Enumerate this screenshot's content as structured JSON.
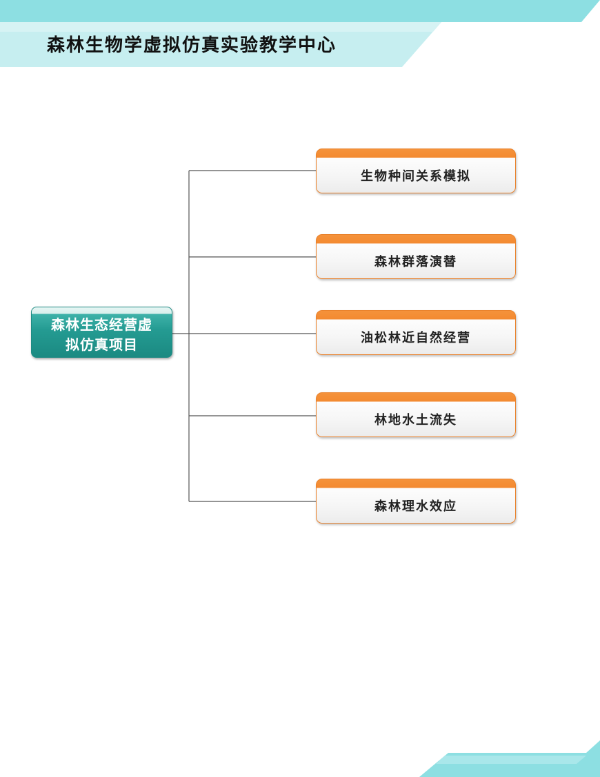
{
  "header": {
    "title": "森林生物学虚拟仿真实验教学中心"
  },
  "diagram": {
    "root": {
      "label": "森林生态经营虚拟仿真项目"
    },
    "children": [
      {
        "label": "生物种间关系模拟"
      },
      {
        "label": "森林群落演替"
      },
      {
        "label": "油松林近自然经营"
      },
      {
        "label": "林地水土流失"
      },
      {
        "label": "森林理水效应"
      }
    ]
  },
  "colors": {
    "header_band_light": "#c4eef0",
    "header_band_dark": "#8ddfe2",
    "root_fill": "#23998f",
    "child_accent": "#f38a31",
    "connector": "#555555"
  }
}
